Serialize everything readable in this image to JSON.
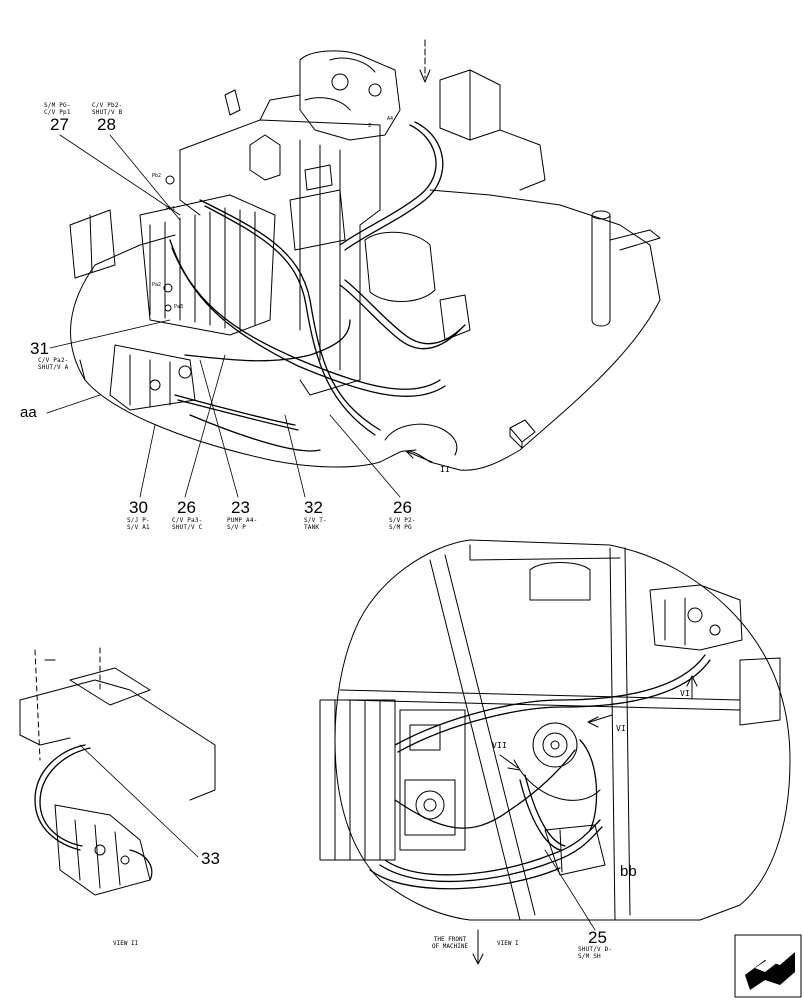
{
  "callouts": [
    {
      "id": "27",
      "number": "27",
      "caption": [
        "S/M PG-",
        "C/V Pp1"
      ]
    },
    {
      "id": "28",
      "number": "28",
      "caption": [
        "C/V Pb2-",
        "SHUT/V B"
      ]
    },
    {
      "id": "31",
      "number": "31",
      "caption": [
        "C/V Pa2-",
        "SHUT/V A"
      ]
    },
    {
      "id": "30",
      "number": "30",
      "caption": [
        "S/J P-",
        "S/V A1"
      ]
    },
    {
      "id": "26a",
      "number": "26",
      "caption": [
        "C/V Pa3-",
        "SHUT/V C"
      ]
    },
    {
      "id": "23",
      "number": "23",
      "caption": [
        "PUMP A4-",
        "S/V P"
      ]
    },
    {
      "id": "32",
      "number": "32",
      "caption": [
        "S/V T-",
        "TANK"
      ]
    },
    {
      "id": "26b",
      "number": "26",
      "caption": [
        "S/V P2-",
        "S/M PG"
      ]
    },
    {
      "id": "33",
      "number": "33",
      "caption": []
    },
    {
      "id": "25",
      "number": "25",
      "caption": [
        "SHUT/V D-",
        "S/M SH"
      ]
    }
  ],
  "view_labels": {
    "aa": "aa",
    "bb": "bb",
    "II": "II",
    "VI_upper": "VI",
    "VI_lower": "VI",
    "VII": "VII"
  },
  "port_tags": [
    "Pb2",
    "Pb1",
    "Pa2",
    "Pa3",
    "A4",
    "Z"
  ],
  "footer": {
    "view_ii": "VIEW II",
    "front_line1": "THE FRONT",
    "front_line2": "OF MACHINE",
    "view_i": "VIEW I"
  },
  "colors": {
    "ink": "#000000",
    "paper": "#ffffff"
  }
}
